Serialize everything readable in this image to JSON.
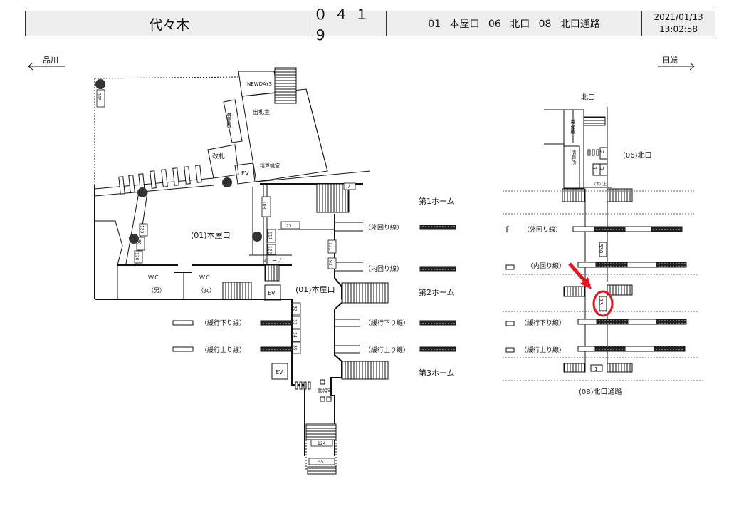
{
  "header": {
    "station": "代々木",
    "code": "０４１９",
    "exits": "01 本屋口 06 北口 08 北口通路",
    "date": "2021/01/13",
    "time": "13:02:58"
  },
  "directions": {
    "left": "品川",
    "right": "田端"
  },
  "left_map": {
    "newdays": "NEWDAYS",
    "ticket_office": "出札室",
    "ticket_machine": "券売機",
    "gate": "改札",
    "fare_room": "精算機室",
    "ev1": "EV",
    "ev2": "EV",
    "ev3": "EV",
    "exit_main_1": "(01)本屋口",
    "exit_main_2": "(01)本屋口",
    "slope": "スロープ",
    "wc_men": "ＷＣ",
    "men": "（男）",
    "wc_women": "ＷＣ",
    "women": "（女）",
    "platform1": "第1ホーム",
    "platform2": "第2ホーム",
    "platform3": "第3ホーム",
    "outer_line": "（外回り線）",
    "inner_line": "（内回り線）",
    "local_down_l": "（緩行下り線）",
    "local_up_l": "（緩行上り線）",
    "local_down_r": "（緩行下り線）",
    "local_up_r": "（緩行上り線）",
    "monitor_room": "監視室",
    "ids": {
      "n369": "369",
      "n7": "7",
      "n108": "108",
      "n73": "73",
      "n117": "117",
      "n122": "122",
      "n121": "121",
      "n92": "92",
      "n123": "123",
      "n90": "90",
      "n120": "120",
      "n32": "32",
      "n33": "33",
      "n34": "34",
      "n35": "35",
      "n124": "124",
      "n55": "55"
    }
  },
  "right_map": {
    "north_exit": "北口",
    "exit_north": "(06)北口",
    "ticket_machine": "券売機",
    "fare_office": "清算所",
    "outer_line": "（外回り線）",
    "inner_line": "（内回り線）",
    "local_down": "（緩行下り線）",
    "local_up": "（緩行上り線）",
    "passage": "(08)北口通路",
    "down": "(下)",
    "up": "(上)",
    "ids": {
      "n2": "2",
      "n1a": "1",
      "n3": "3",
      "n330": "330",
      "n73": "73",
      "n1b": "1"
    }
  },
  "colors": {
    "highlight": "#e8141b",
    "header_bg": "#eeeeee"
  }
}
